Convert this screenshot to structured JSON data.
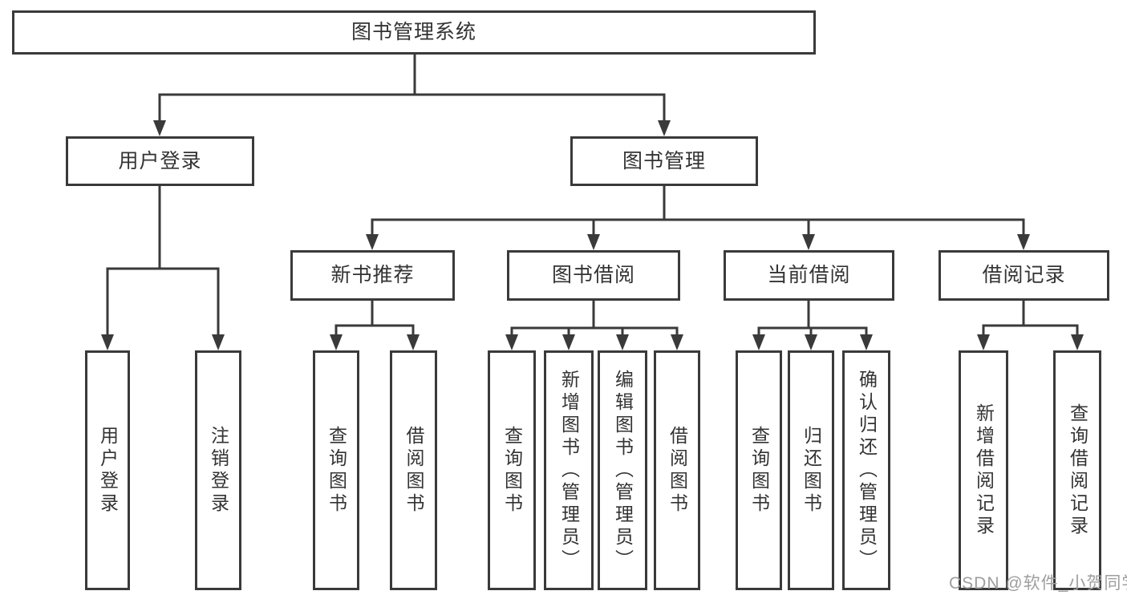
{
  "colors": {
    "line": "#3a3a3a",
    "text": "#333333",
    "watermark": "#9e9e9e",
    "background": "#ffffff"
  },
  "tree": {
    "root": {
      "label": "图书管理系统"
    },
    "branches": [
      {
        "label": "用户登录",
        "children": [
          {
            "label": "用户登录"
          },
          {
            "label": "注销登录"
          }
        ]
      },
      {
        "label": "图书管理",
        "groups": [
          {
            "label": "新书推荐",
            "children": [
              {
                "label": "查询图书"
              },
              {
                "label": "借阅图书"
              }
            ]
          },
          {
            "label": "图书借阅",
            "children": [
              {
                "label": "查询图书"
              },
              {
                "label": "新增图书（管理员）"
              },
              {
                "label": "编辑图书（管理员）"
              },
              {
                "label": "借阅图书"
              }
            ]
          },
          {
            "label": "当前借阅",
            "children": [
              {
                "label": "查询图书"
              },
              {
                "label": "归还图书"
              },
              {
                "label": "确认归还（管理员）"
              }
            ]
          },
          {
            "label": "借阅记录",
            "children": [
              {
                "label": "新增借阅记录"
              },
              {
                "label": "查询借阅记录"
              }
            ]
          }
        ]
      }
    ]
  },
  "watermark": {
    "text": "CSDN @软件_小贺同学"
  }
}
